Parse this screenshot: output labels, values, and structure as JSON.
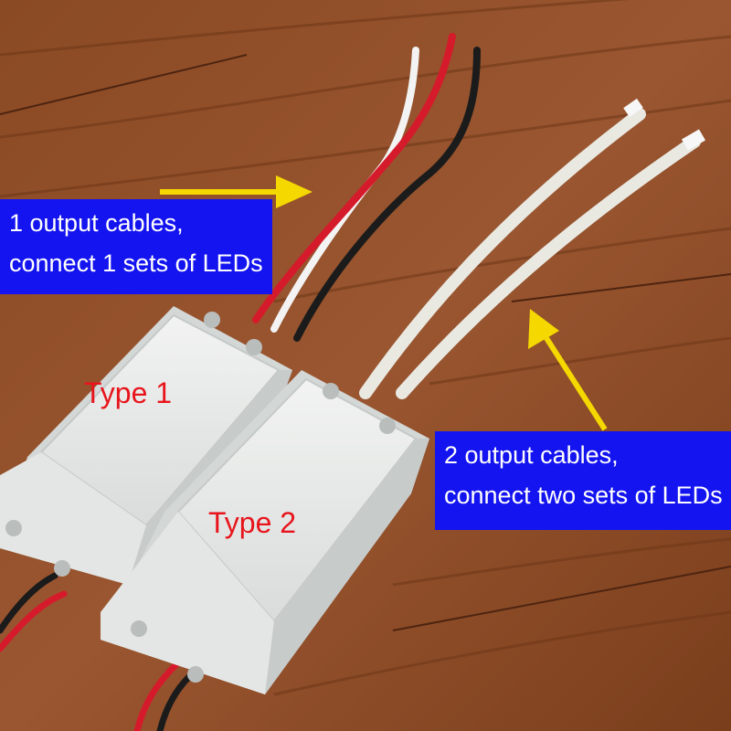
{
  "callouts": {
    "first": {
      "line1": "1 output cables,",
      "line2": "connect 1 sets of LEDs"
    },
    "second": {
      "line1": "2 output cables,",
      "line2": "connect two sets of LEDs"
    }
  },
  "labels": {
    "type1": "Type 1",
    "type2": "Type 2"
  },
  "colors": {
    "callout_bg": "#1414f0",
    "callout_text": "#ffffff",
    "type_label": "#e8141c",
    "arrow": "#f5d800"
  }
}
